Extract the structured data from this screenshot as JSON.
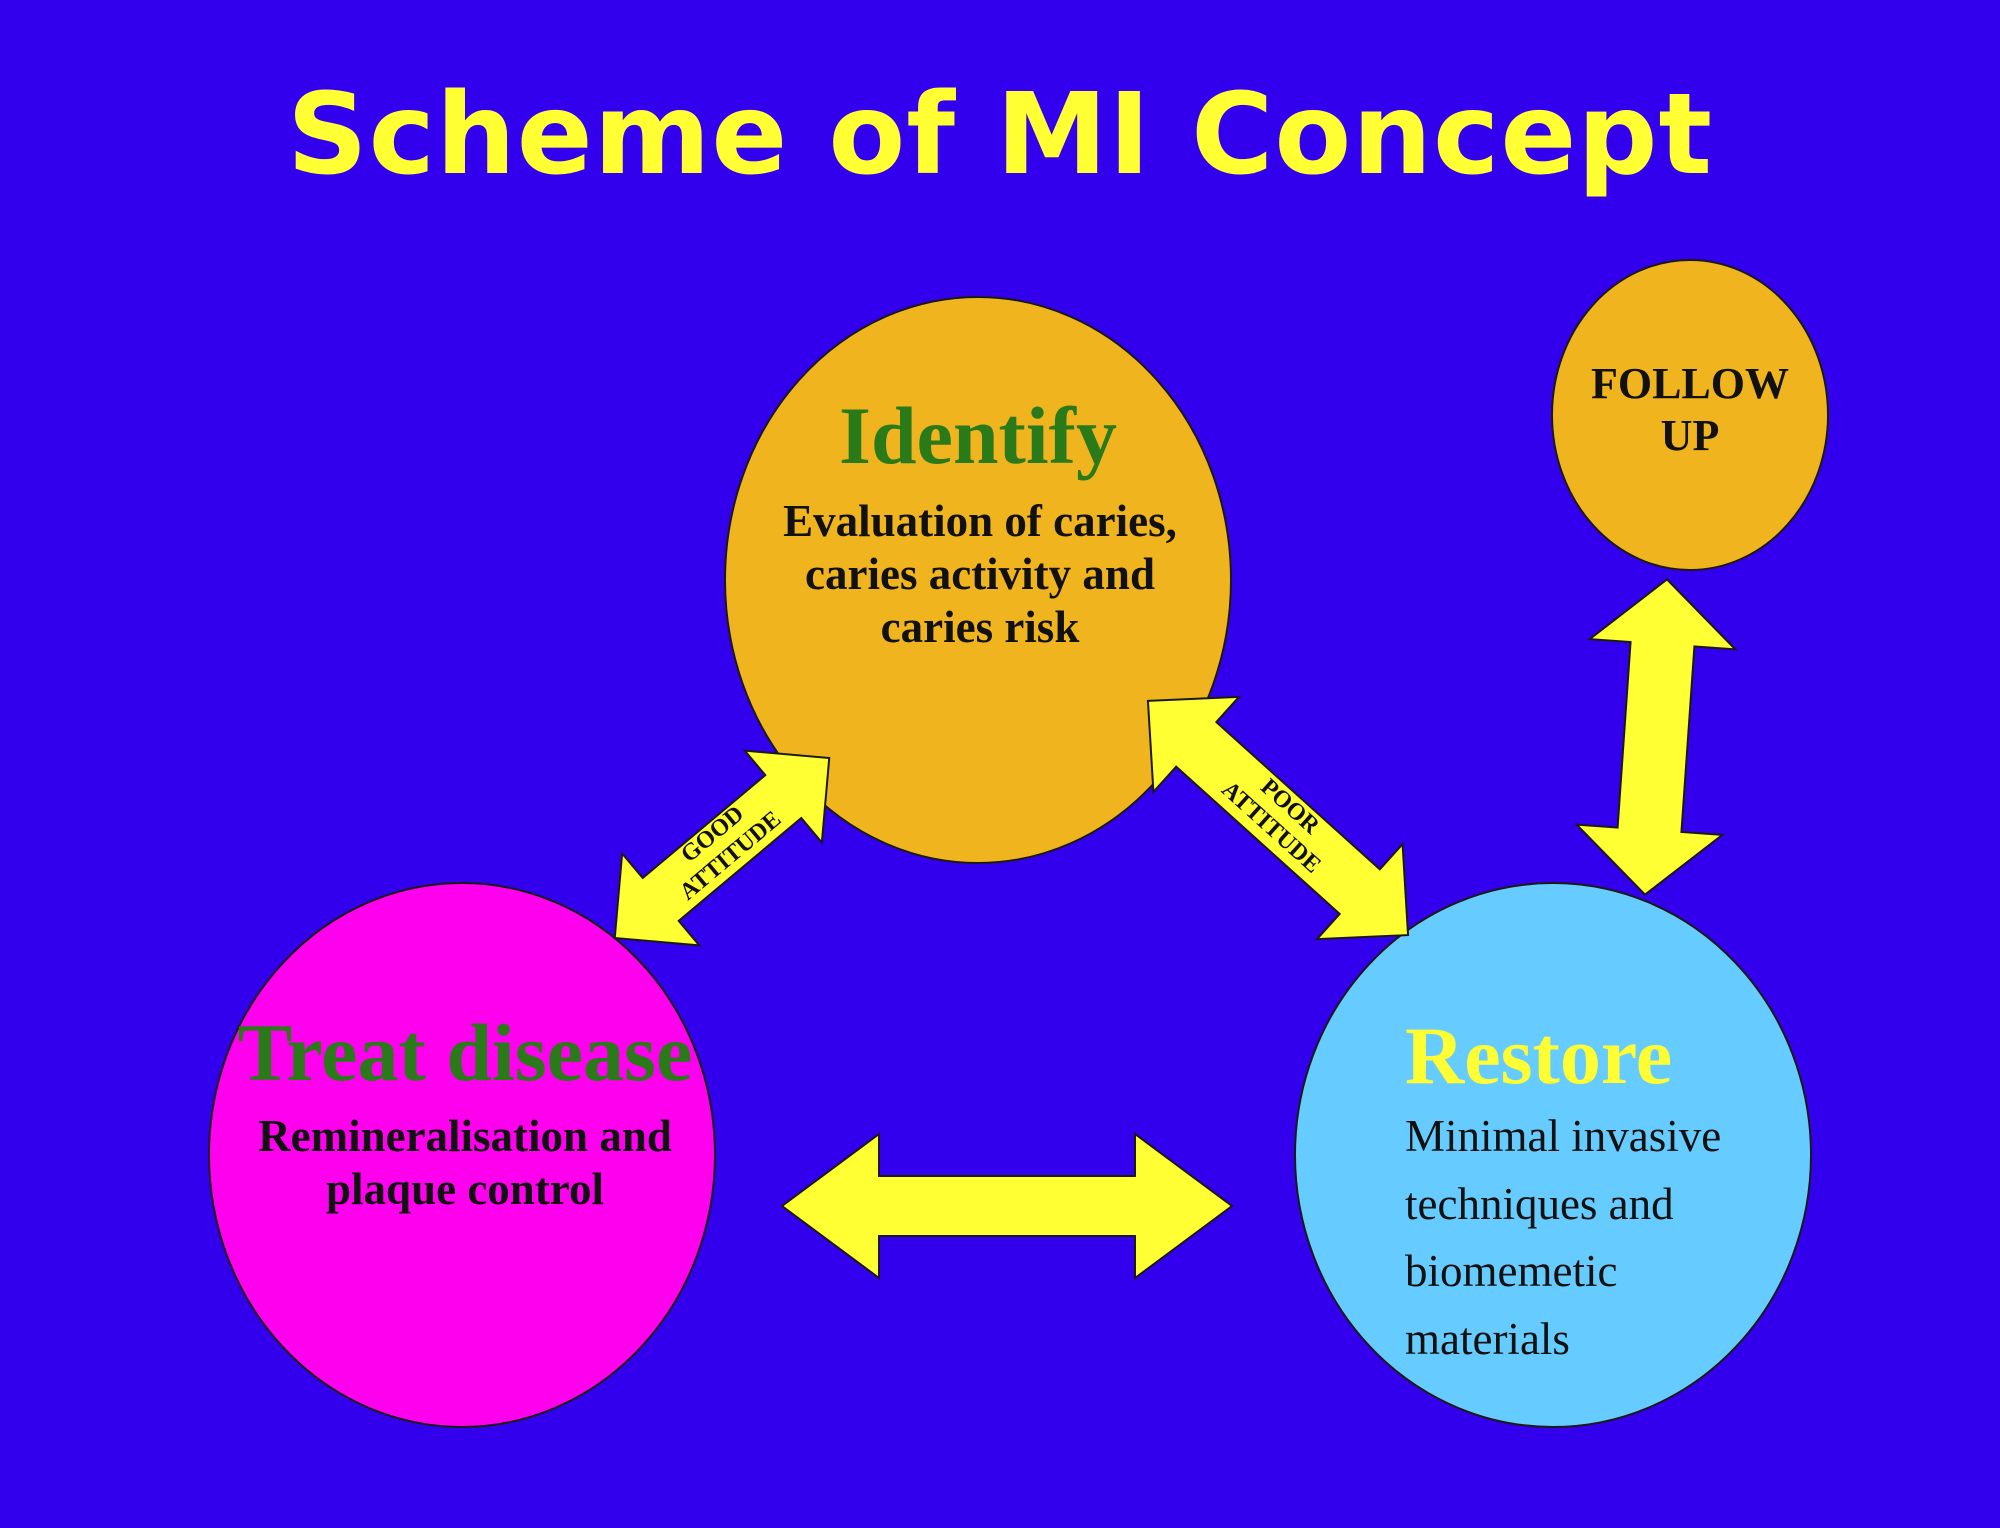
{
  "title": "Scheme of MI Concept",
  "colors": {
    "background": "#3300ee",
    "title": "#ffff33",
    "orange_circle": "#f0b41e",
    "magenta_circle": "#ff00ee",
    "blue_circle": "#66ccff",
    "arrow": "#ffff33",
    "green_heading": "#2a7a1a",
    "yellow_heading": "#ffff33"
  },
  "identify": {
    "heading": "Identify",
    "lines": [
      "Evaluation of caries,",
      "caries activity and",
      "caries risk"
    ]
  },
  "follow_up": {
    "lines": [
      "FOLLOW",
      "UP"
    ]
  },
  "treat": {
    "heading": "Treat disease",
    "lines": [
      "Remineralisation and",
      "plaque control"
    ]
  },
  "restore": {
    "heading": "Restore",
    "lines": [
      "Minimal invasive",
      "techniques and",
      "biomemetic",
      "materials"
    ]
  },
  "arrows": {
    "good": [
      "GOOD",
      "ATTITUDE"
    ],
    "poor": [
      "POOR",
      "ATTITUDE"
    ]
  }
}
